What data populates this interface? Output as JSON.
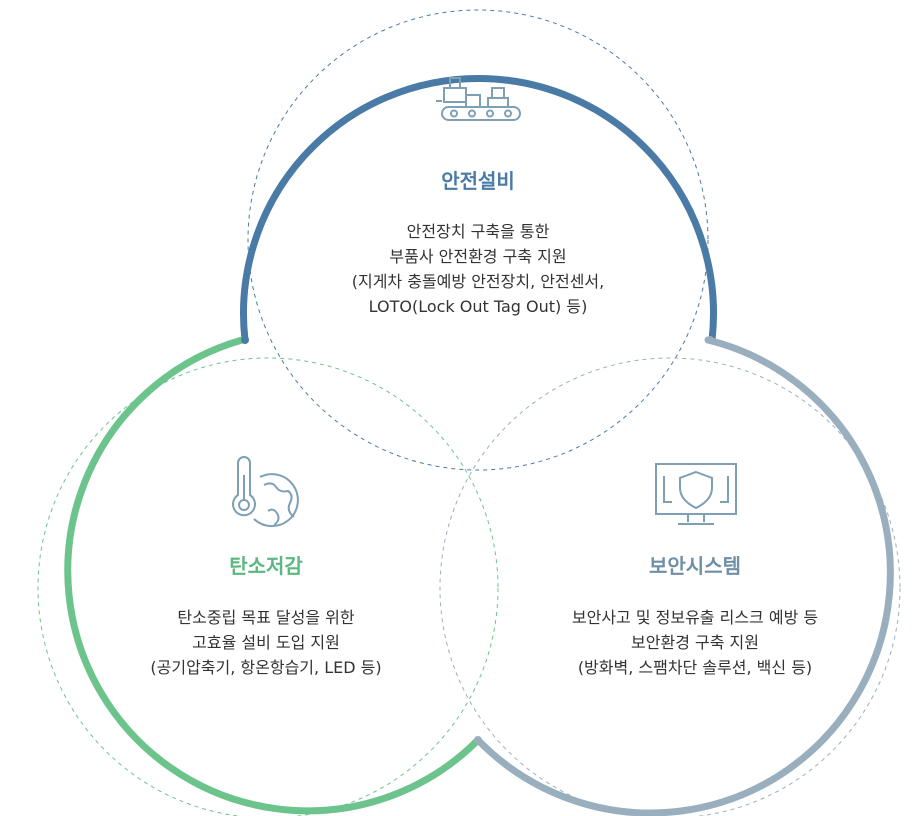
{
  "colors": {
    "top": "#4a7aa6",
    "left": "#6cc48c",
    "right": "#9aafbe",
    "top_title": "#4a7aa6",
    "left_title": "#5cb880",
    "right_title": "#6f8fa6",
    "icon": "#7f9fb5"
  },
  "sections": {
    "safety": {
      "icon": "conveyor-factory-icon",
      "title": "안전설비",
      "lines": [
        "안전장치 구축을 통한",
        "부품사 안전환경 구축 지원",
        "(지게차 충돌예방 안전장치, 안전센서,",
        "LOTO(Lock Out Tag Out) 등)"
      ]
    },
    "carbon": {
      "icon": "thermometer-globe-icon",
      "title": "탄소저감",
      "lines": [
        "탄소중립 목표 달성을 위한",
        "고효율 설비 도입 지원",
        "(공기압축기, 항온항습기, LED 등)"
      ]
    },
    "security": {
      "icon": "monitor-shield-icon",
      "title": "보안시스템",
      "lines": [
        "보안사고 및 정보유출 리스크 예방 등",
        "보안환경 구축 지원",
        "(방화벽, 스팸차단 솔루션, 백신 등)"
      ]
    }
  }
}
